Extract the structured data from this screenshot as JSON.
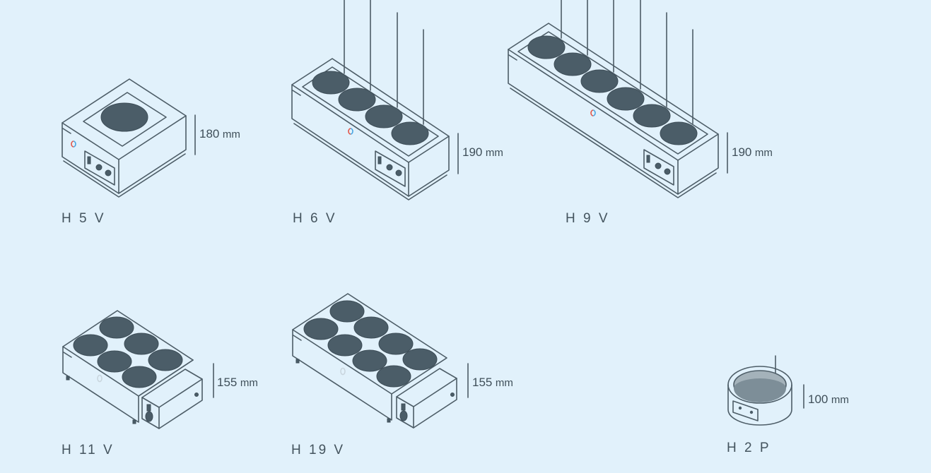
{
  "colors": {
    "background": "#e1f1fb",
    "stroke": "#4d5d67",
    "plate_fill": "#4b5d68",
    "indicator_red": "#e2564a",
    "indicator_blue": "#4aa6e2"
  },
  "models": [
    {
      "id": "h5v",
      "label": "H 5 V",
      "height_value": "180",
      "unit": "mm"
    },
    {
      "id": "h6v",
      "label": "H 6 V",
      "height_value": "190",
      "unit": "mm"
    },
    {
      "id": "h9v",
      "label": "H 9 V",
      "height_value": "190",
      "unit": "mm"
    },
    {
      "id": "h11v",
      "label": "H 11 V",
      "height_value": "155",
      "unit": "mm"
    },
    {
      "id": "h19v",
      "label": "H 19 V",
      "height_value": "155",
      "unit": "mm"
    },
    {
      "id": "h2p",
      "label": "H 2 P",
      "height_value": "100",
      "unit": "mm"
    }
  ]
}
